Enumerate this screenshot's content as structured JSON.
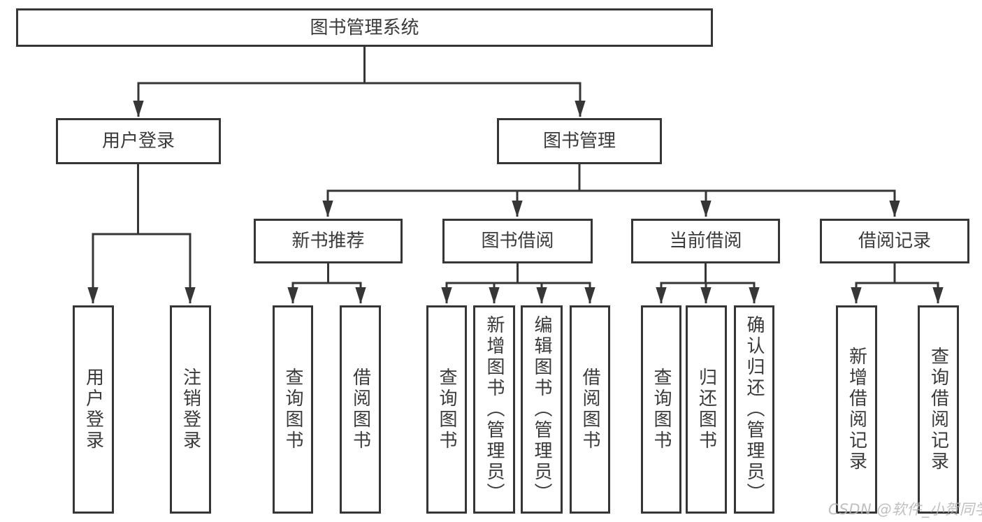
{
  "nodes": {
    "root": {
      "label": "图书管理系统"
    },
    "user_login": {
      "label": "用户登录"
    },
    "book_mgmt": {
      "label": "图书管理"
    },
    "new_book": {
      "label": "新书推荐"
    },
    "book_borrow": {
      "label": "图书借阅"
    },
    "current_borrow": {
      "label": "当前借阅"
    },
    "borrow_record": {
      "label": "借阅记录"
    },
    "leaf_user_login": {
      "label": "用户登录"
    },
    "leaf_logout": {
      "label": "注销登录"
    },
    "leaf_nb_query": {
      "label": "查询图书"
    },
    "leaf_nb_borrow": {
      "label": "借阅图书"
    },
    "leaf_bb_query": {
      "label": "查询图书"
    },
    "leaf_bb_add": {
      "label": "新增图书（管理员）"
    },
    "leaf_bb_edit": {
      "label": "编辑图书（管理员）"
    },
    "leaf_bb_borrow": {
      "label": "借阅图书"
    },
    "leaf_cb_query": {
      "label": "查询图书"
    },
    "leaf_cb_return": {
      "label": "归还图书"
    },
    "leaf_cb_confirm": {
      "label": "确认归还（管理员）"
    },
    "leaf_rec_add": {
      "label": "新增借阅记录"
    },
    "leaf_rec_query": {
      "label": "查询借阅记录"
    }
  },
  "watermark": {
    "text": "CSDN @软件_小贺同学",
    "color": "#b5b5b5"
  },
  "colors": {
    "line": "#363636",
    "text": "#3a3a3a",
    "background": "#ffffff"
  }
}
